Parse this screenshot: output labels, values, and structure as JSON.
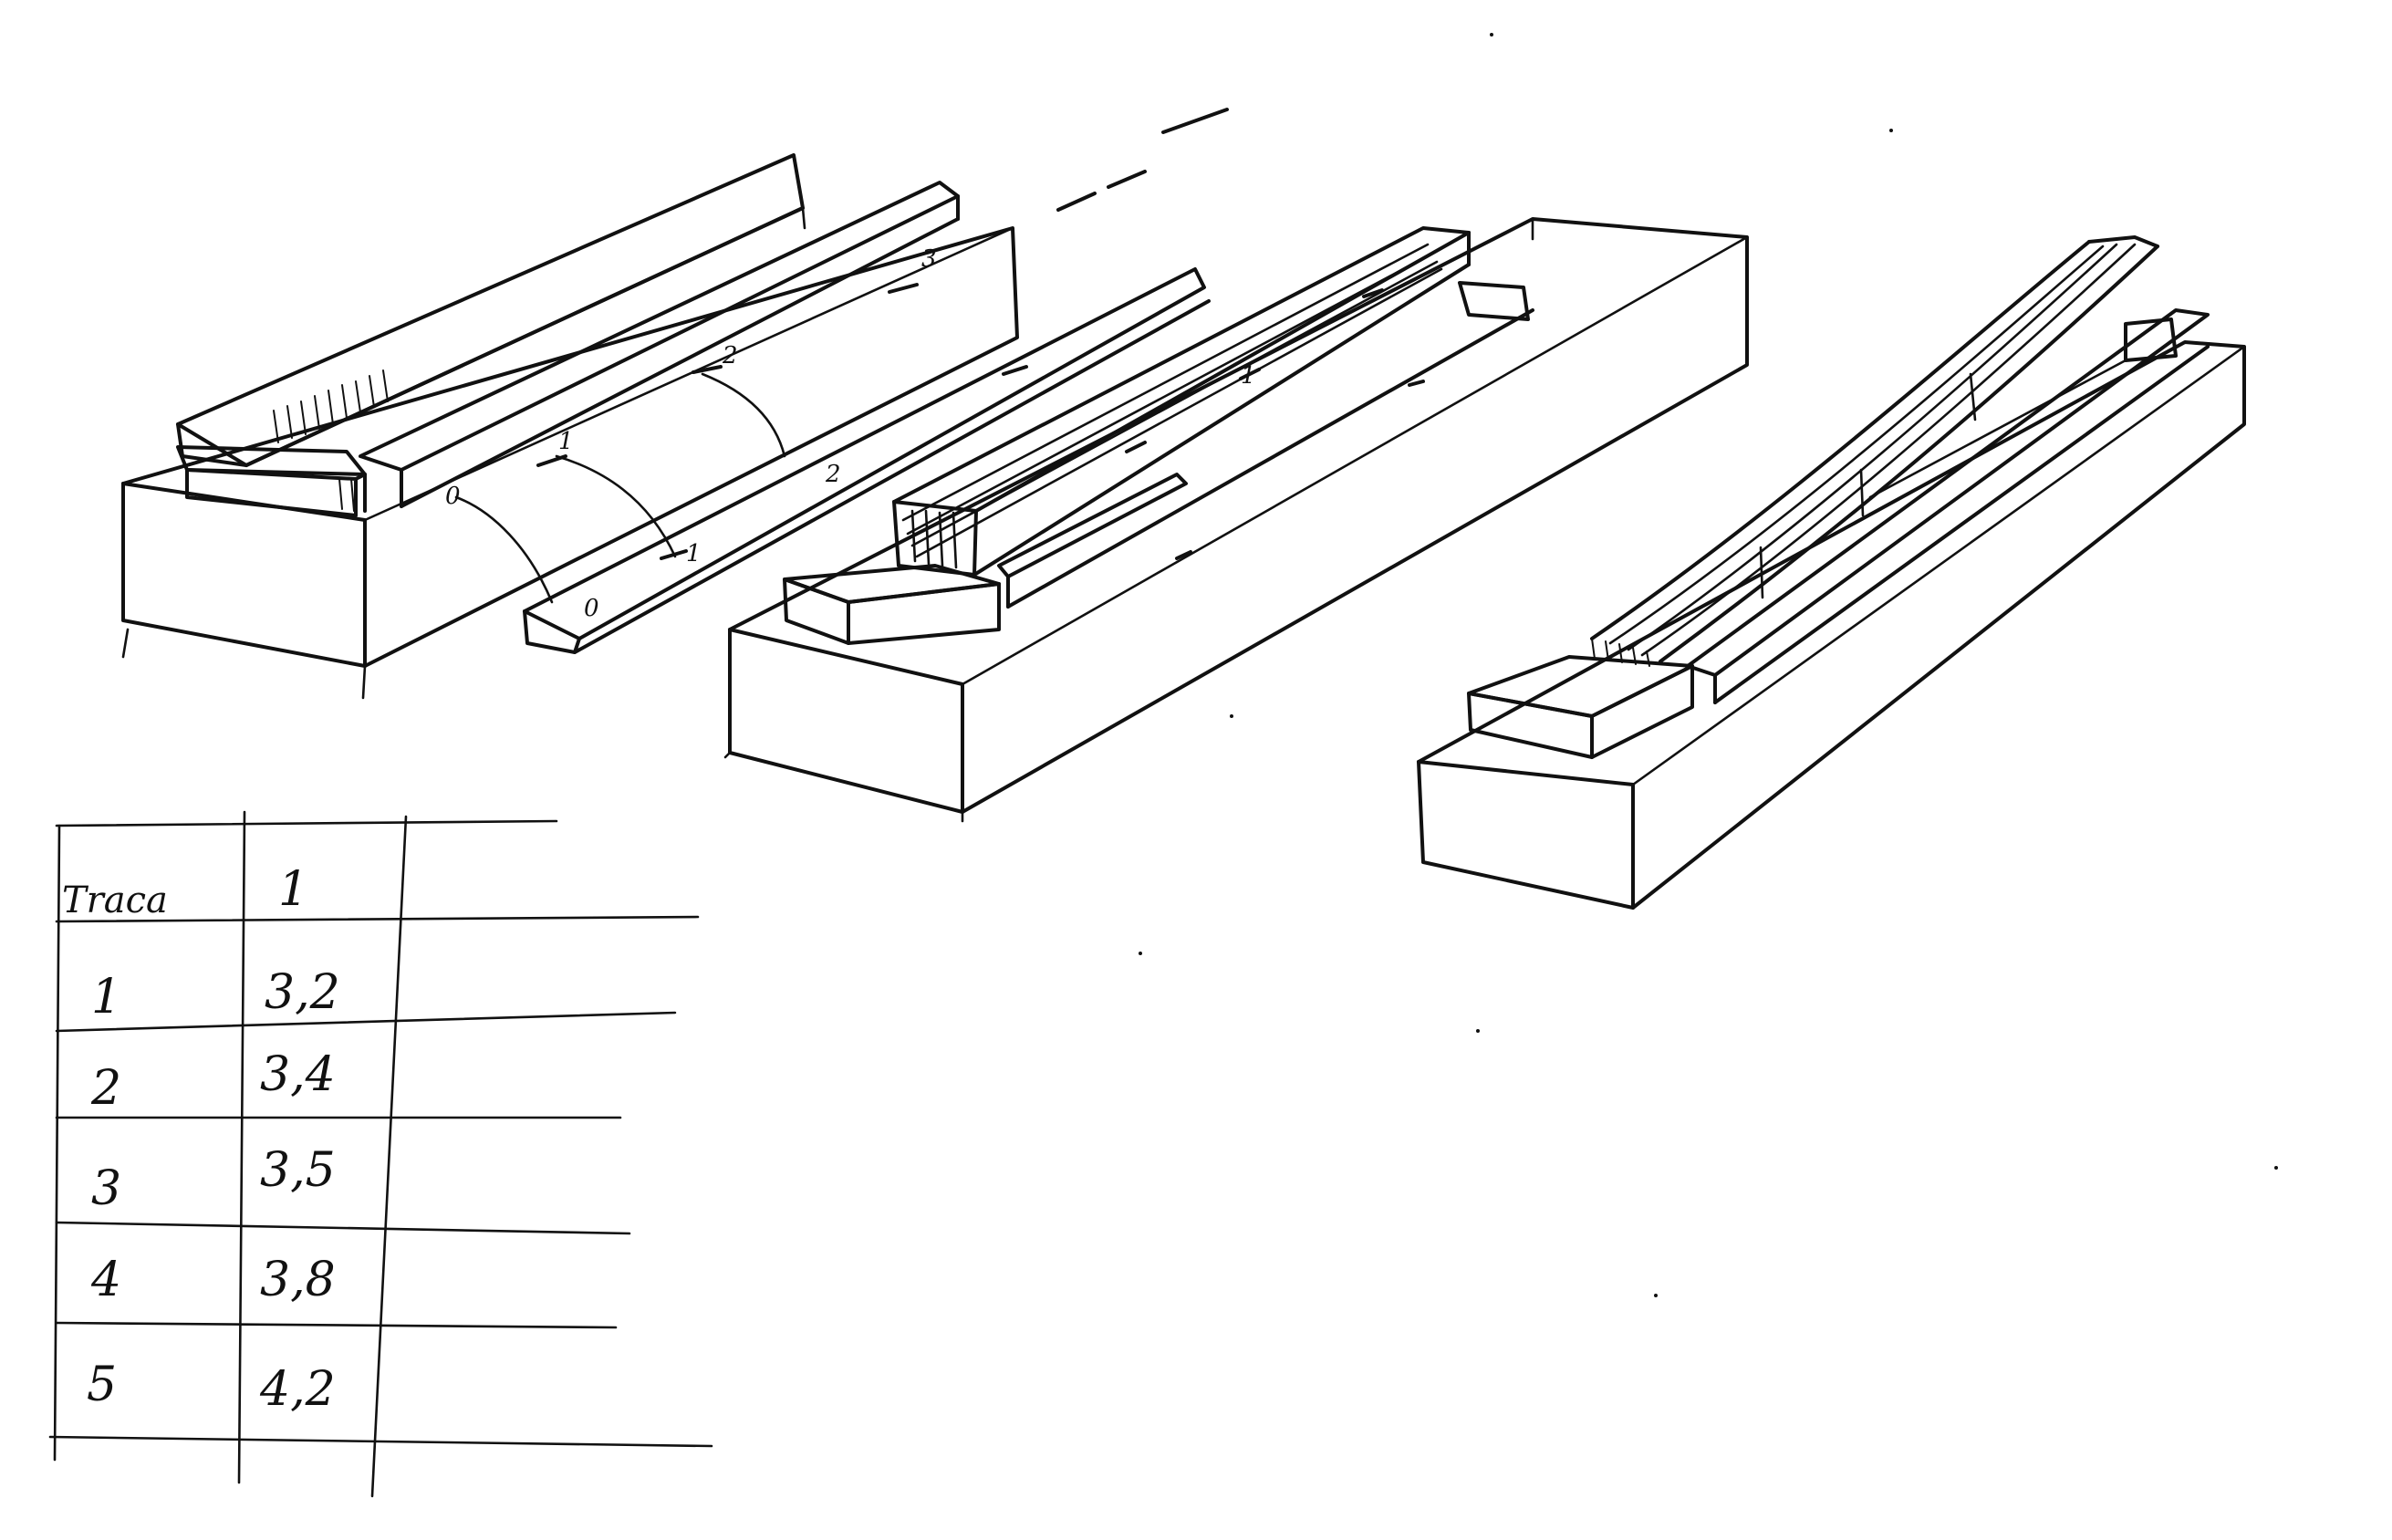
{
  "beam_1": {
    "point_labels": [
      "0",
      "1",
      "2",
      "3"
    ],
    "offset_labels": [
      "0",
      "1",
      "2"
    ]
  },
  "beam_2": {
    "mark_labels": [
      "1"
    ]
  },
  "table": {
    "headers": [
      "Traca",
      "1",
      ""
    ],
    "rows": [
      [
        "1",
        "3,2"
      ],
      [
        "2",
        "3,4"
      ],
      [
        "3",
        "3,5"
      ],
      [
        "4",
        "3,8"
      ],
      [
        "5",
        "4,2"
      ]
    ]
  }
}
